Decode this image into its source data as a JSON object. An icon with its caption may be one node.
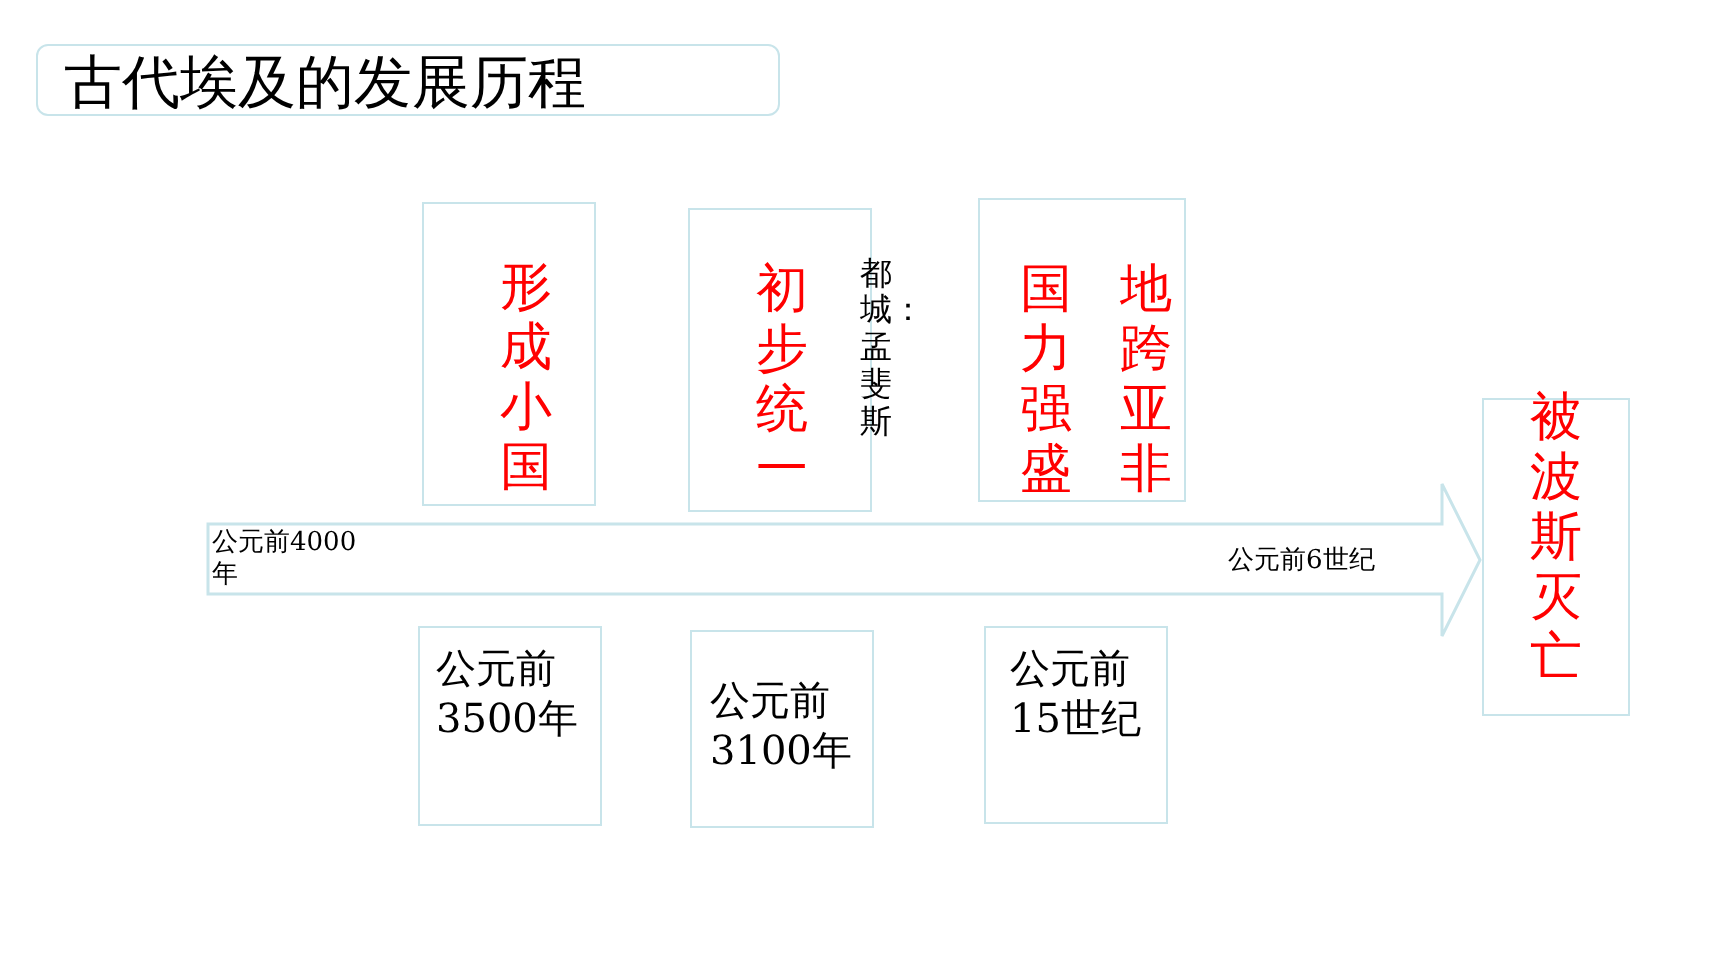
{
  "diagram": {
    "title": "古代埃及的发展历程",
    "nodes": [
      {
        "text": [
          "形成小国"
        ]
      },
      {
        "text": [
          "初步统一"
        ],
        "beside": [
          "都城：孟斐斯"
        ]
      },
      {
        "text": [
          "国力强盛",
          "地跨亚非"
        ]
      },
      {
        "text": [
          "公元前4000年",
          "公元前6世纪"
        ]
      },
      {
        "text": [
          "被波斯灭亡"
        ]
      },
      {
        "text": [
          "公元前3500年"
        ]
      },
      {
        "text": [
          "公元前3100年"
        ]
      },
      {
        "text": [
          "公元前15世纪"
        ]
      }
    ]
  }
}
